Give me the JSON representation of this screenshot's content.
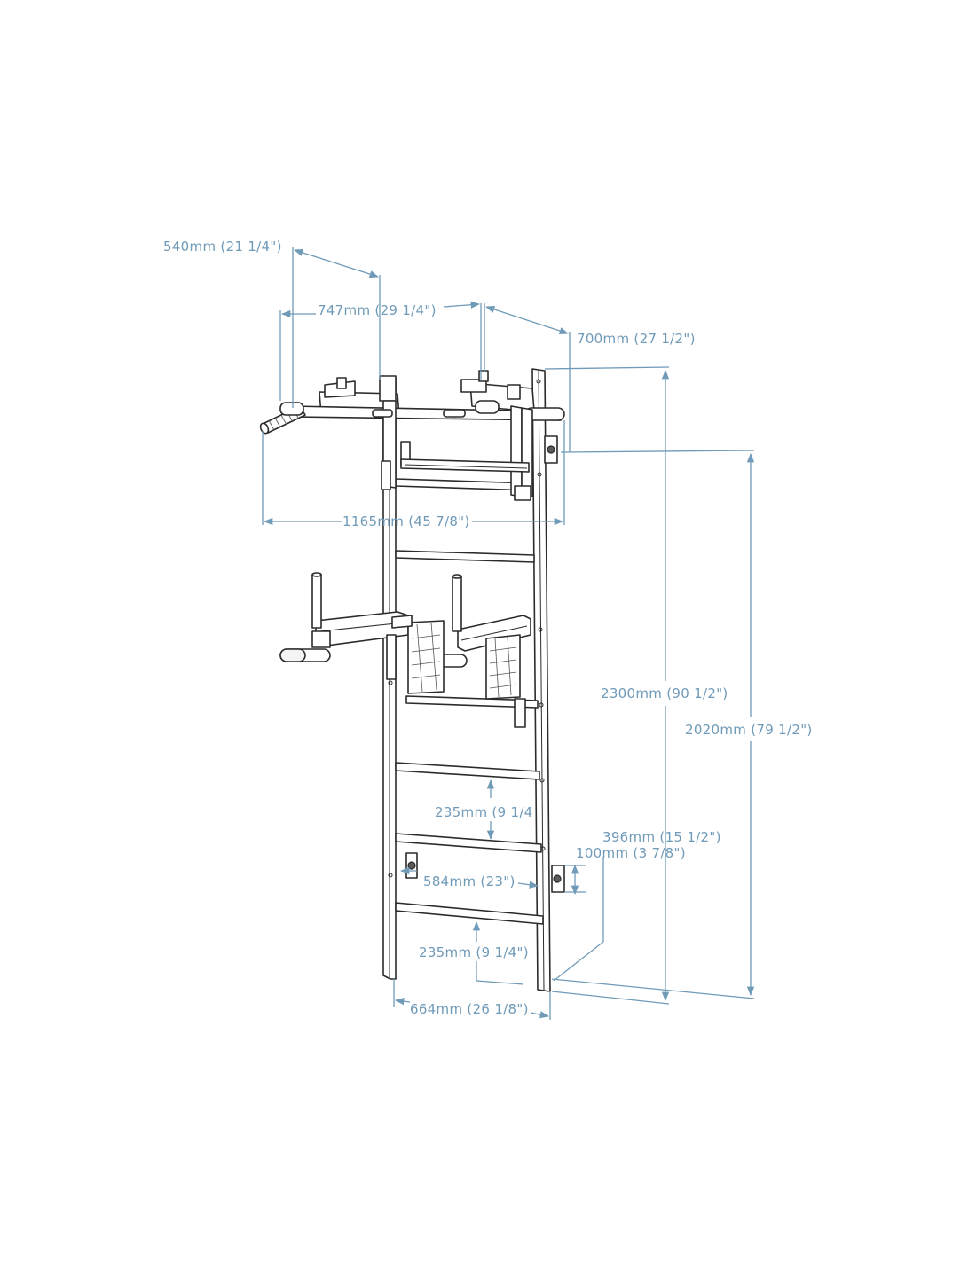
{
  "dimensions": {
    "depth_540": "540mm (21 1/4\")",
    "bar_747": "747mm (29 1/4\")",
    "depth_700": "700mm (27 1/2\")",
    "width_1165": "1165mm (45 7/8\")",
    "height_2300": "2300mm (90 1/2\")",
    "height_2020": "2020mm (79 1/2\")",
    "rung_spacing_upper": "235mm (9 1/4",
    "standoff_396": "396mm (15 1/2\")",
    "offset_100": "100mm (3 7/8\")",
    "rung_length_584": "584mm (23\")",
    "rung_spacing_lower": "235mm (9 1/4\")",
    "width_664": "664mm (26 1/8\")"
  },
  "colors": {
    "dimension": "#6f9ab8",
    "outline": "#2b2b2b"
  }
}
